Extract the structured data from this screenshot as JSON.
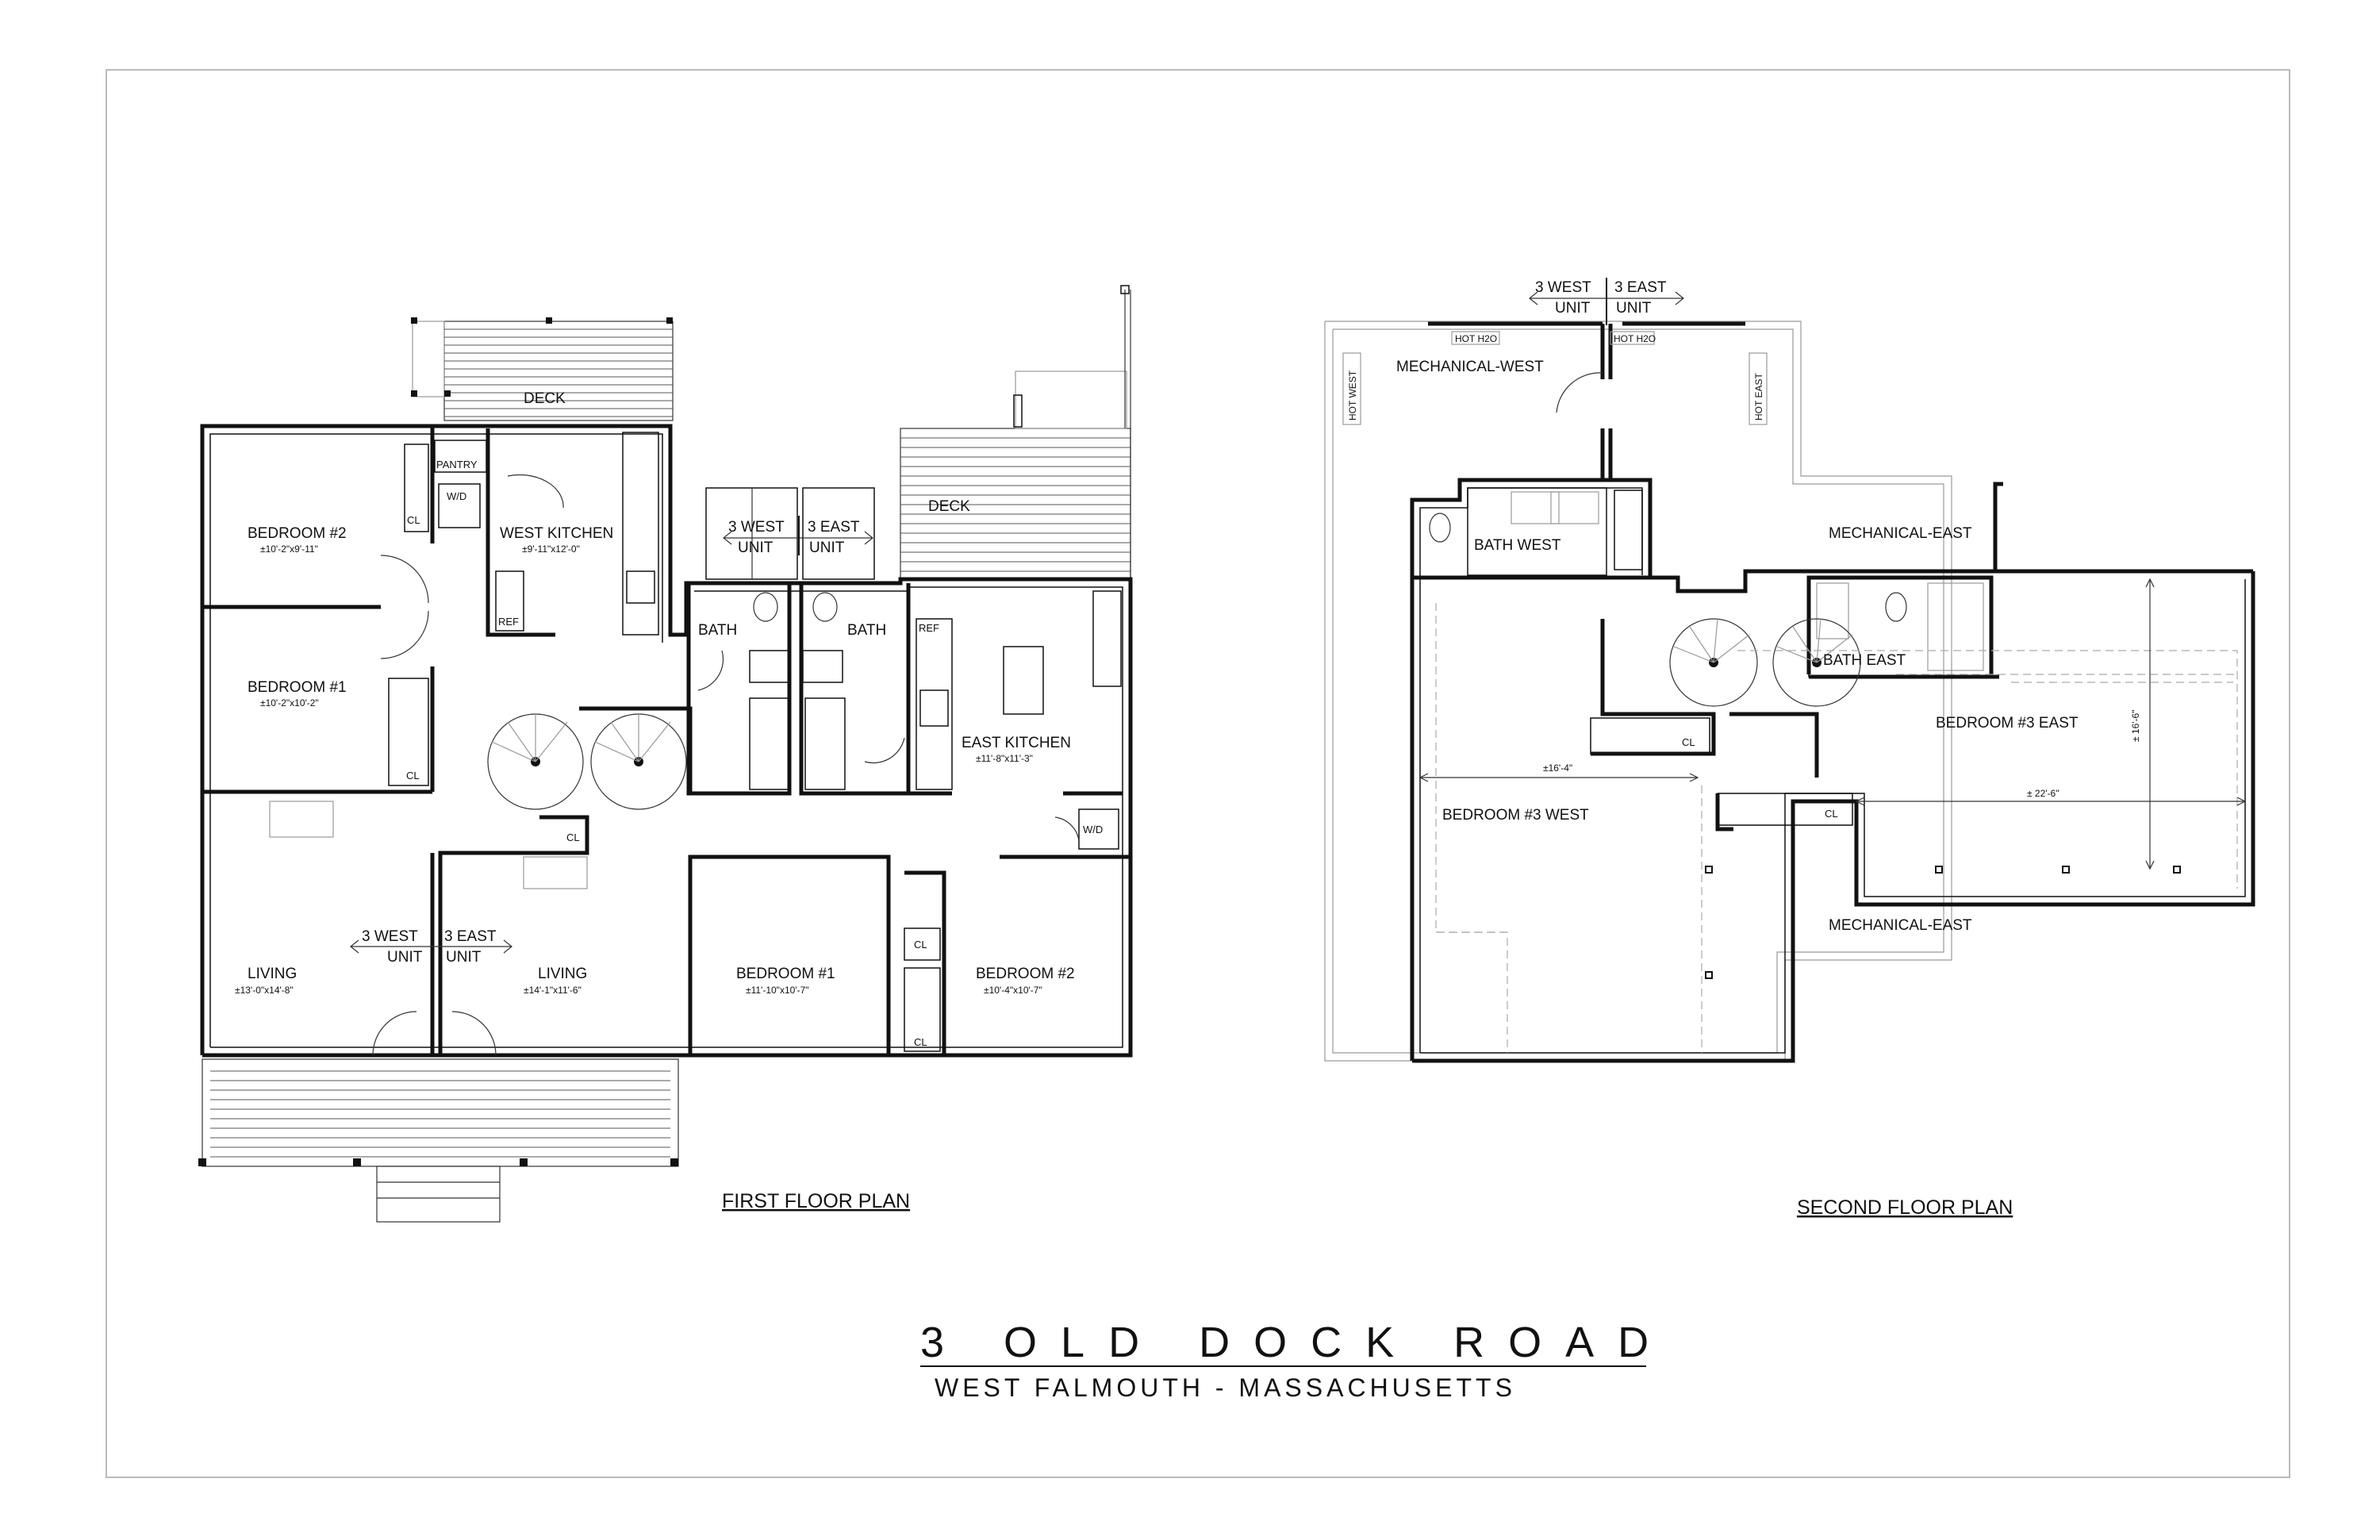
{
  "title": {
    "main": "3 OLD DOCK ROAD",
    "sub": "WEST FALMOUTH - MASSACHUSETTS"
  },
  "first_floor": {
    "caption": "FIRST FLOOR PLAN",
    "rooms": {
      "deck_west": "DECK",
      "deck_east": "DECK",
      "pantry": "PANTRY",
      "wd_west": "W/D",
      "cl_bed2w": "CL",
      "bedroom2_west": {
        "label": "BEDROOM #2",
        "dim": "±10'-2\"x9'-11\""
      },
      "west_kitchen": {
        "label": "WEST KITCHEN",
        "dim": "±9'-11\"x12'-0\""
      },
      "ref_west": "REF",
      "bedroom1_west": {
        "label": "BEDROOM #1",
        "dim": "±10'-2\"x10'-2\""
      },
      "cl_bed1w": "CL",
      "bath_west": "BATH",
      "bath_east": "BATH",
      "ref_east": "REF",
      "east_kitchen": {
        "label": "EAST KITCHEN",
        "dim": "±11'-8\"x11'-3\""
      },
      "wd_east": "W/D",
      "cl_stair": "CL",
      "living_west": {
        "label": "LIVING",
        "dim": "±13'-0\"x14'-8\""
      },
      "living_east": {
        "label": "LIVING",
        "dim": "±14'-1\"x11'-6\""
      },
      "bedroom1_east": {
        "label": "BEDROOM #1",
        "dim": "±11'-10\"x10'-7\""
      },
      "bedroom2_east": {
        "label": "BEDROOM #2",
        "dim": "±10'-4\"x10'-7\""
      },
      "cl_e1": "CL",
      "cl_e2": "CL"
    },
    "unit_marker_top": {
      "west": "3 WEST",
      "east": "3 EAST",
      "unit": "UNIT"
    },
    "unit_marker_bottom": {
      "west": "3 WEST",
      "east": "3 EAST",
      "unit": "UNIT"
    }
  },
  "second_floor": {
    "caption": "SECOND FLOOR PLAN",
    "unit_marker": {
      "west": "3 WEST",
      "east": "3 EAST",
      "unit": "UNIT"
    },
    "rooms": {
      "mech_west": "MECHANICAL-WEST",
      "mech_east_top": "MECHANICAL-EAST",
      "mech_east_bottom": "MECHANICAL-EAST",
      "bath_west": "BATH  WEST",
      "bath_east": "BATH  EAST",
      "bedroom3_west": "BEDROOM #3 WEST",
      "bedroom3_east": "BEDROOM #3 EAST",
      "cl_1": "CL",
      "cl_2": "CL",
      "hot_w": "HOT H2O",
      "hot_e": "HOT H2O",
      "hw_left": "HOT WEST",
      "hw_right": "HOT EAST"
    },
    "dims": {
      "west_width": "±16'-4\"",
      "east_width": "± 22'-6\"",
      "east_depth": "± 16'-6\""
    }
  }
}
